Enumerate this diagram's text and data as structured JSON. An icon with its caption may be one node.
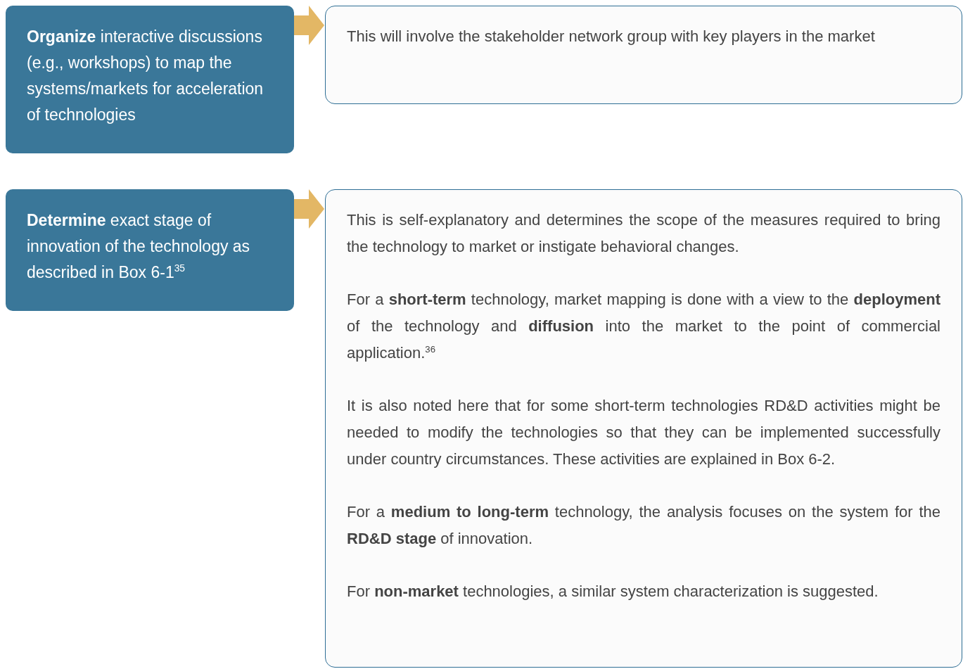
{
  "diagram": {
    "nodes": [
      {
        "text": [
          "**Organize** interactive discussions (e.g., workshops) to map the systems/markets for acceleration of technologies"
        ]
      },
      {
        "text": [
          "This will involve the stakeholder network group with key players in the market"
        ]
      },
      {
        "text": [
          "**Determine** exact stage of innovation of the technology as described in Box 6-1$^{35}$"
        ]
      },
      {
        "text": [
          "This is self-explanatory and determines the scope of the measures required to bring the technology to market or instigate behavioral changes.",
          "For a **short-term** technology, market mapping is done with a view to the **deployment** of the technology and **diffusion** into the market to the point of commercial application.$^{36}$",
          "It is also noted here that for some short-term technologies RD&D activities might be needed to modify the technologies so that they can be implemented successfully under country circumstances. These activities are explained in Box 6-2.",
          "For a **medium to long-term** technology, the analysis focuses on the system for the **RD&D stage** of innovation.",
          "For **non-market** technologies, a similar system characterization is suggested."
        ]
      }
    ],
    "edges": [
      {
        "from": 0,
        "to": 1,
        "arrow": "to"
      },
      {
        "from": 2,
        "to": 3,
        "arrow": "to"
      }
    ]
  }
}
